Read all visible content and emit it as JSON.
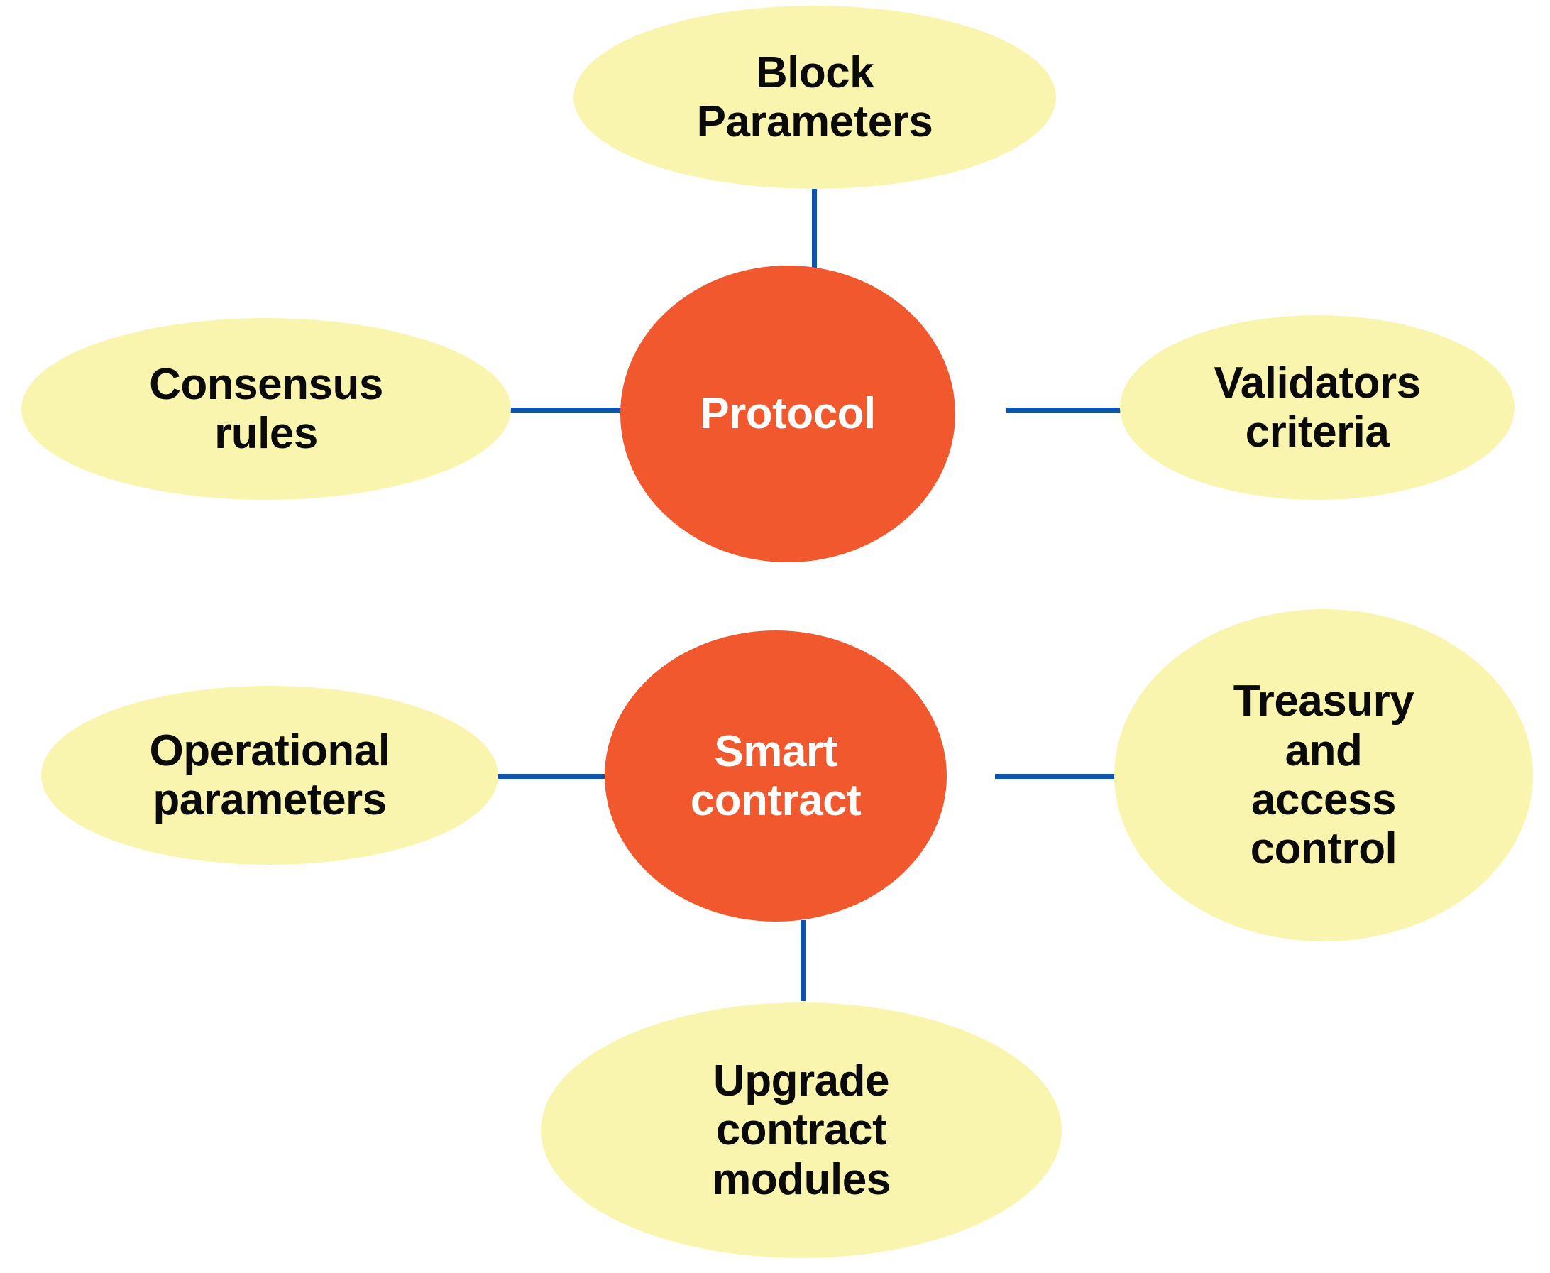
{
  "diagram": {
    "type": "mind-map",
    "background_color": "#ffffff",
    "hub_color": "#f1582e",
    "hub_text_color": "#ffffff",
    "leaf_color": "#faf5ae",
    "leaf_text_color": "#0a0a0a",
    "connector_color": "#0f55b0",
    "clusters": [
      {
        "id": "protocol",
        "hub": {
          "label": "Protocol"
        },
        "leaves": [
          {
            "id": "block-parameters",
            "label": "Block\nParameters",
            "position": "top"
          },
          {
            "id": "consensus-rules",
            "label": "Consensus\nrules",
            "position": "left"
          },
          {
            "id": "validators-criteria",
            "label": "Validators\ncriteria",
            "position": "right"
          }
        ]
      },
      {
        "id": "smart-contract",
        "hub": {
          "label": "Smart\ncontract"
        },
        "leaves": [
          {
            "id": "operational-parameters",
            "label": "Operational\nparameters",
            "position": "left"
          },
          {
            "id": "treasury-and-access-control",
            "label": "Treasury\nand\naccess\ncontrol",
            "position": "right"
          },
          {
            "id": "upgrade-contract-modules",
            "label": "Upgrade\ncontract\nmodules",
            "position": "bottom"
          }
        ]
      }
    ]
  }
}
